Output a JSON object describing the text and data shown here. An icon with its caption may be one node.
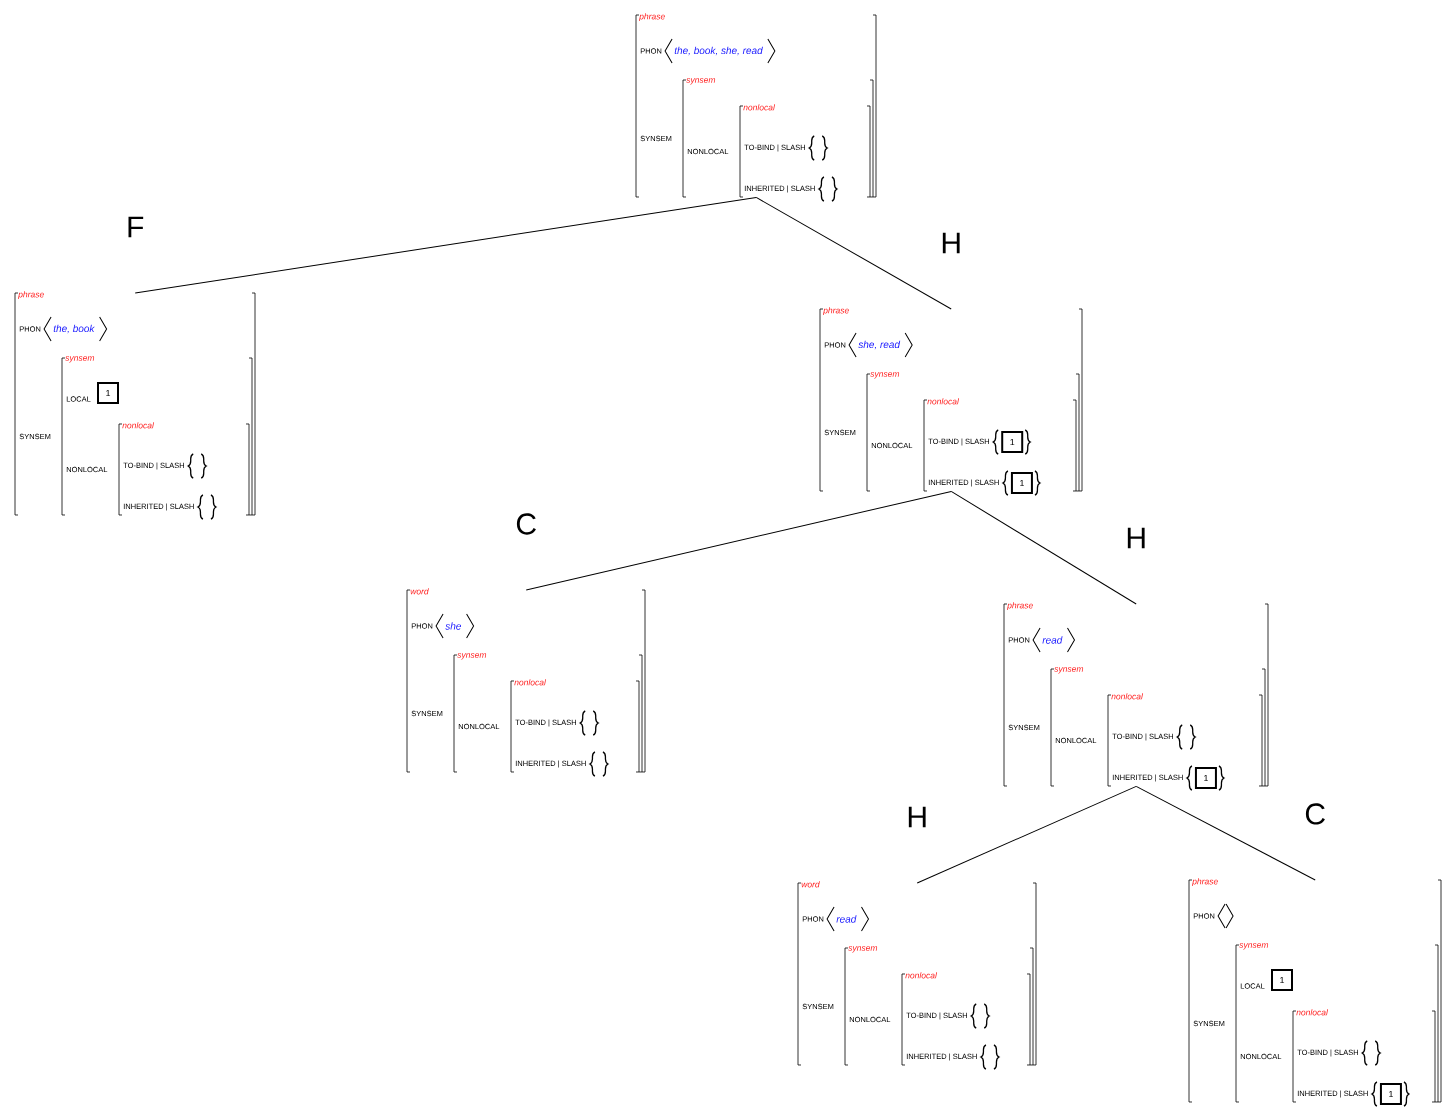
{
  "diagram": {
    "nodes": [
      {
        "text": [
          "phrase",
          "PHON",
          "the, book, she, read",
          "SYNSEM"
        ]
      },
      {
        "text": [
          "synsem",
          "NONLOCAL"
        ],
        "in": 0
      },
      {
        "text": [
          "nonlocal",
          "TO-BIND | SLASH",
          "INHERITED | SLASH"
        ],
        "in": 1
      },
      {
        "text": [
          "phrase",
          "PHON",
          "the, book",
          "SYNSEM"
        ]
      },
      {
        "text": [
          "synsem",
          "LOCAL",
          "NONLOCAL"
        ],
        "in": 3
      },
      {
        "text": [
          "1"
        ],
        "in": 4
      },
      {
        "text": [
          "nonlocal",
          "TO-BIND | SLASH",
          "INHERITED | SLASH"
        ],
        "in": 4
      },
      {
        "text": [
          "phrase",
          "PHON",
          "she, read",
          "SYNSEM"
        ]
      },
      {
        "text": [
          "synsem",
          "NONLOCAL"
        ],
        "in": 7
      },
      {
        "text": [
          "nonlocal",
          "TO-BIND | SLASH",
          "INHERITED | SLASH"
        ],
        "in": 8
      },
      {
        "text": [
          "1"
        ],
        "in": 9
      },
      {
        "text": [
          "1"
        ],
        "in": 9
      },
      {
        "text": [
          "word",
          "PHON",
          "she",
          "SYNSEM"
        ]
      },
      {
        "text": [
          "synsem",
          "NONLOCAL"
        ],
        "in": 12
      },
      {
        "text": [
          "nonlocal",
          "TO-BIND | SLASH",
          "INHERITED | SLASH"
        ],
        "in": 13
      },
      {
        "text": [
          "phrase",
          "PHON",
          "read",
          "SYNSEM"
        ]
      },
      {
        "text": [
          "synsem",
          "NONLOCAL"
        ],
        "in": 15
      },
      {
        "text": [
          "nonlocal",
          "TO-BIND | SLASH",
          "INHERITED | SLASH"
        ],
        "in": 16
      },
      {
        "text": [
          "1"
        ],
        "in": 17
      },
      {
        "text": [
          "word",
          "PHON",
          "read",
          "SYNSEM"
        ]
      },
      {
        "text": [
          "synsem",
          "NONLOCAL"
        ],
        "in": 19
      },
      {
        "text": [
          "nonlocal",
          "TO-BIND | SLASH",
          "INHERITED | SLASH"
        ],
        "in": 20
      },
      {
        "text": [
          "phrase",
          "PHON",
          "SYNSEM"
        ]
      },
      {
        "text": [
          "synsem",
          "LOCAL",
          "NONLOCAL"
        ],
        "in": 22
      },
      {
        "text": [
          "1"
        ],
        "in": 23
      },
      {
        "text": [
          "nonlocal",
          "TO-BIND | SLASH",
          "INHERITED | SLASH"
        ],
        "in": 23
      },
      {
        "text": [
          "1"
        ],
        "in": 25
      }
    ],
    "edges": [
      {
        "from": 0,
        "to": 3,
        "arrow": "none",
        "label": "F"
      },
      {
        "from": 0,
        "to": 7,
        "arrow": "none",
        "label": "H"
      },
      {
        "from": 7,
        "to": 12,
        "arrow": "none",
        "label": "C"
      },
      {
        "from": 7,
        "to": 15,
        "arrow": "none",
        "label": "H"
      },
      {
        "from": 15,
        "to": 19,
        "arrow": "none",
        "label": "H"
      },
      {
        "from": 15,
        "to": 22,
        "arrow": "none",
        "label": "C"
      }
    ]
  }
}
